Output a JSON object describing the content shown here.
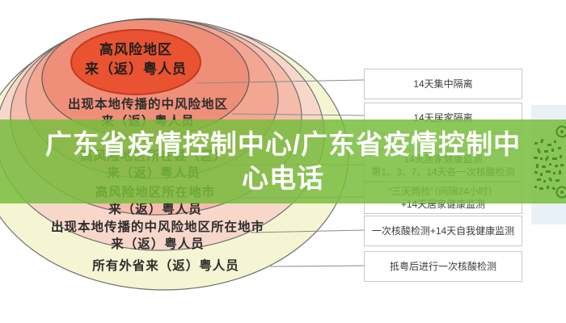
{
  "overlay": {
    "title_lines": [
      "广东省疫情控制中心/广东省疫情控制中",
      "心电话"
    ],
    "band_color": "#78bd3d",
    "text_color": "#ffffff"
  },
  "diagram": {
    "rings": [
      {
        "label_line1": "高风险地区",
        "label_line2": "来（返）粤人员",
        "color": "#e95331"
      },
      {
        "label_line1": "出现本地传播的中风险地区",
        "label_line2": "来（返）粤人员",
        "color": "#ef8f7a"
      },
      {
        "label_line1": "高风险地区所在县（区）",
        "label_line2": "来（返）粤人员",
        "color": "#f3a691"
      },
      {
        "label_line1": "高风险地区所在地市",
        "label_line2": "来（返）粤人员",
        "color": "#f6bcab"
      },
      {
        "label_line1": "出现本地传播的中风险地区所在地市",
        "label_line2": "来（返）粤人员",
        "color": "#f8d7cb"
      },
      {
        "label_line1": "所有外省来（返）粤人员",
        "label_line2": "",
        "color": "#f5f5d3"
      }
    ]
  },
  "measures": [
    {
      "line1": "14天集中隔离",
      "line2": ""
    },
    {
      "line1": "14天居家隔离",
      "line2": ""
    },
    {
      "line1": "14天居家健康监测",
      "line2": "第1、3、7、14天各一次核酸检测"
    },
    {
      "line1": "“三天两检”（间隔24小时）",
      "line2": "+14天居家健康监测"
    },
    {
      "line1": "一次核酸检测+14天自我健康监测",
      "line2": ""
    },
    {
      "line1": "抵粤后进行一次核酸检测",
      "line2": ""
    }
  ],
  "icons": {
    "qr_decoration": "qr-code-dots"
  }
}
